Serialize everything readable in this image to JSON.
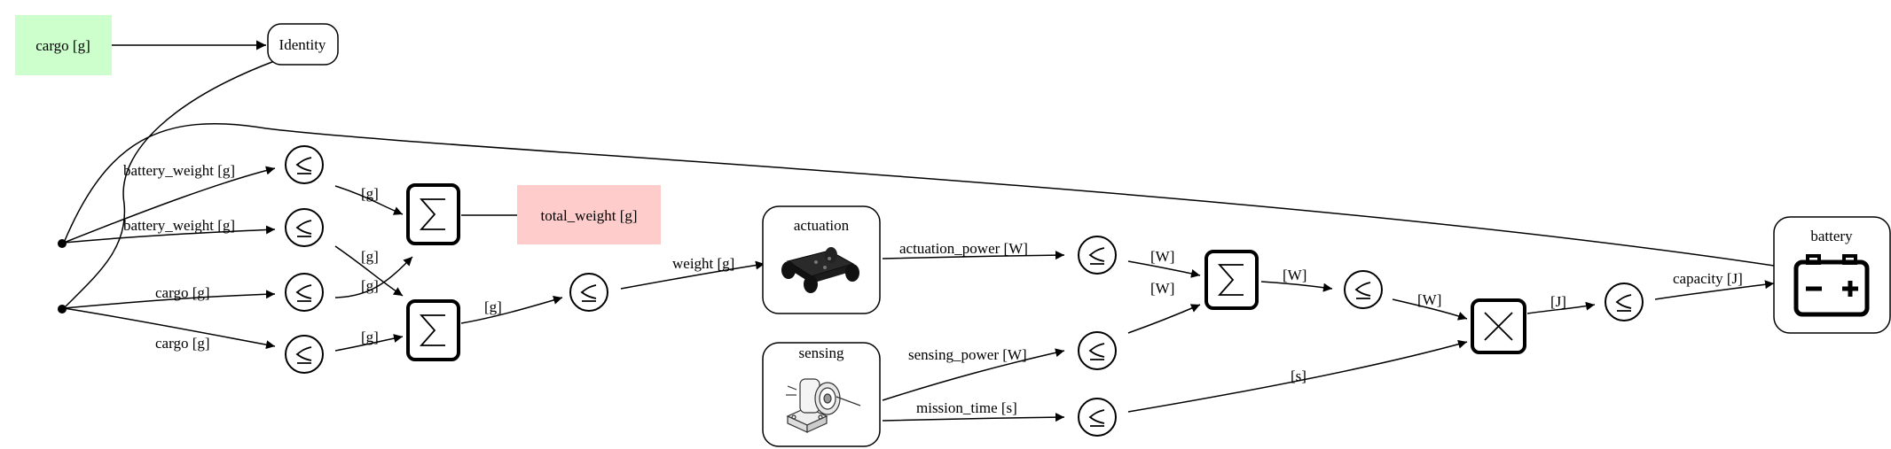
{
  "nodes": {
    "cargo_input": "cargo [g]",
    "identity": "Identity",
    "total_weight_output": "total_weight [g]",
    "actuation": "actuation",
    "sensing": "sensing",
    "battery": "battery"
  },
  "edges": {
    "battery_weight_1": "battery_weight [g]",
    "battery_weight_2": "battery_weight [g]",
    "cargo_1": "cargo [g]",
    "cargo_2": "cargo [g]",
    "g_a": "[g]",
    "g_b": "[g]",
    "g_c": "[g]",
    "g_d": "[g]",
    "g_e": "[g]",
    "weight": "weight [g]",
    "actuation_power": "actuation_power [W]",
    "sensing_power": "sensing_power [W]",
    "mission_time": "mission_time [s]",
    "w_a": "[W]",
    "w_b": "[W]",
    "w_c": "[W]",
    "w_d": "[W]",
    "j": "[J]",
    "s": "[s]",
    "capacity": "capacity [J]"
  },
  "colors": {
    "input_fill": "#ccffcc",
    "output_fill": "#ffcccc"
  },
  "icons": {
    "sum": "sum-icon",
    "product": "product-icon",
    "preceq": "preceq-icon",
    "battery": "battery-icon",
    "robot_chassis": "robot-chassis-icon",
    "sensor": "sensor-icon"
  }
}
